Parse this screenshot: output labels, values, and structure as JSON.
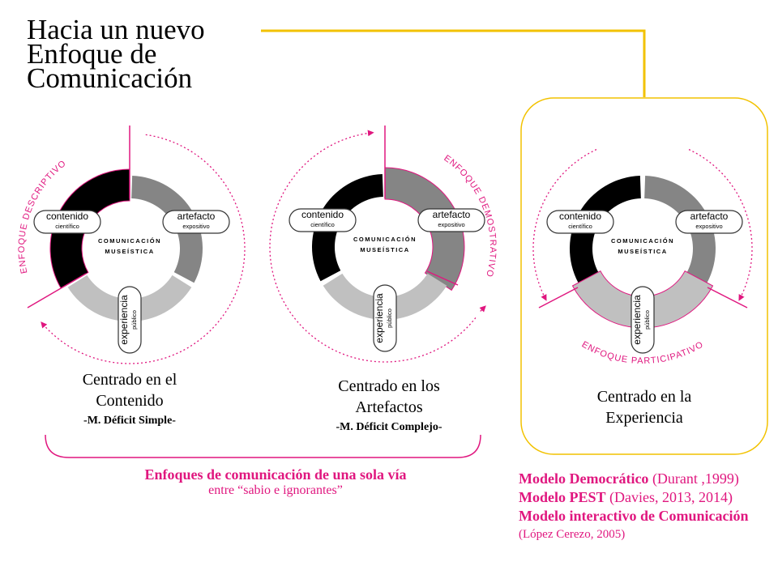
{
  "title": [
    "Hacia un nuevo",
    "Enfoque de",
    "Comunicación"
  ],
  "diagram_labels": {
    "center_line1": "COMUNICACIÓN",
    "center_line2": "MUSEÍSTICA",
    "contenido": "contenido",
    "contenido_sub": "científico",
    "artefacto": "artefacto",
    "artefacto_sub": "expositivo",
    "experiencia": "experiencia",
    "experiencia_sub": "público"
  },
  "diagrams": [
    {
      "enfoque_word1": "ENFOQUE",
      "enfoque_word2": "DESCRIPTIVO",
      "caption_lines": [
        "Centrado en el",
        "Contenido"
      ],
      "subcaption": "-M. Déficit Simple-"
    },
    {
      "enfoque_word1": "ENFOQUE",
      "enfoque_word2": "DEMOSTRATIVO",
      "caption_lines": [
        "Centrado en los",
        "Artefactos"
      ],
      "subcaption": "-M. Déficit Complejo-"
    },
    {
      "enfoque_word1": "ENFOQUE",
      "enfoque_word2": "PARTICIPATIVO",
      "caption_lines": [
        "Centrado en la",
        "Experiencia"
      ],
      "subcaption": ""
    }
  ],
  "one_way_note": {
    "bold": "Enfoques de comunicación de una sola vía",
    "normal": "entre “sabio e ignorantes”"
  },
  "models": [
    {
      "name": "Modelo Democrático",
      "ref": "(Durant ,1999)"
    },
    {
      "name": "Modelo PEST",
      "ref": "(Davies, 2013, 2014)"
    },
    {
      "name": "Modelo interactivo de Comunicación",
      "ref": ""
    }
  ],
  "models_ref_last": "(López Cerezo,  2005)",
  "colors": {
    "magenta": "#e0177f",
    "yellow": "#f2c200",
    "black": "#000000",
    "dark_gray": "#858585",
    "light_gray": "#c0c0c0"
  }
}
